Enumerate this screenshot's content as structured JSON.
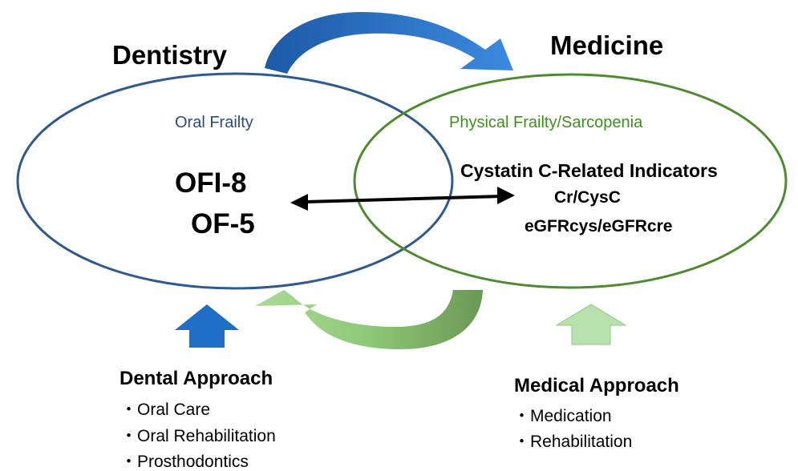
{
  "titles": {
    "left": "Dentistry",
    "right": "Medicine"
  },
  "circles": {
    "left": {
      "label": "Oral Frailty",
      "items": [
        "OFI-8",
        "OF-5"
      ]
    },
    "right": {
      "label": "Physical Frailty/Sarcopenia",
      "heading": "Cystatin C-Related Indicators",
      "items": [
        "Cr/CysC",
        "eGFRcys/eGFRcre"
      ]
    }
  },
  "approaches": {
    "dental": {
      "heading": "Dental Approach",
      "items": [
        "・Oral Care",
        "・Oral Rehabilitation",
        "・Prosthodontics"
      ]
    },
    "medical": {
      "heading": "Medical Approach",
      "items": [
        "・Medication",
        "・Rehabilitation"
      ]
    }
  },
  "colors": {
    "left_circle": "#2e5a8e",
    "right_circle": "#4e8a2e",
    "oral_frailty_text": "#2e4a80",
    "physical_frailty_text": "#3f8f1f",
    "top_arrow": "#2f78c8",
    "dental_arrow": "#1f6fc6",
    "medical_arrow": "#b8e2ad",
    "bottom_arrow_light": "#92d07f",
    "bottom_arrow_dark": "#6e9e58"
  }
}
